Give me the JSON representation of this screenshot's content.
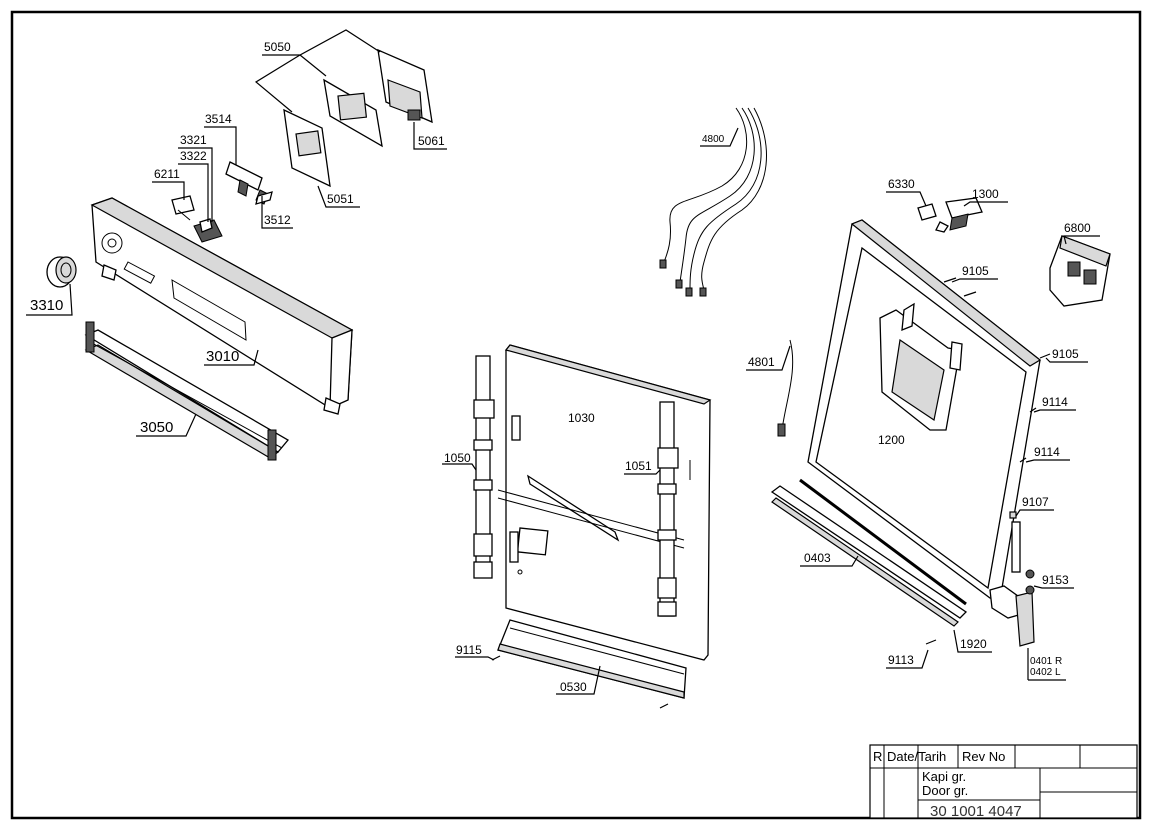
{
  "drawing": {
    "labels": {
      "p5050": "5050",
      "p5061": "5061",
      "p3514": "3514",
      "p3321": "3321",
      "p3322": "3322",
      "p6211": "6211",
      "p3512": "3512",
      "p5051": "5051",
      "p3310": "3310",
      "p3010": "3010",
      "p3050": "3050",
      "p4800": "4800",
      "p4801": "4801",
      "p6330": "6330",
      "p1300": "1300",
      "p6800": "6800",
      "p9105a": "9105",
      "p9105b": "9105",
      "p9114a": "9114",
      "p9114b": "9114",
      "p1200": "1200",
      "p9107": "9107",
      "p9153": "9153",
      "p0403": "0403",
      "p1920": "1920",
      "p9113": "9113",
      "p0401": "0401 R",
      "p0402": "0402 L",
      "p1030": "1030",
      "p1050": "1050",
      "p1051": "1051",
      "p9115": "9115",
      "p0530": "0530"
    }
  },
  "title_block": {
    "rev_mark": "R",
    "date_header": "Date/Tarih",
    "rev_header": "Rev No",
    "title_tr": "Kapi gr.",
    "title_en": "Door gr.",
    "drawing_number": "30 1001 4047"
  }
}
